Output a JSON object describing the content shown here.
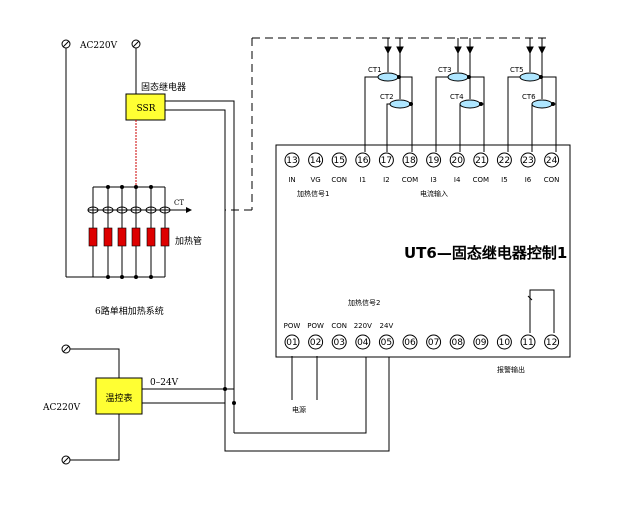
{
  "power": {
    "ac_top": "AC220V",
    "ac_bottom": "AC220V"
  },
  "ssr": {
    "label": "SSR",
    "caption": "固态继电器"
  },
  "heater": {
    "ct_label": "CT",
    "caption": "加热管",
    "system_caption": "6路单相加热系统"
  },
  "temp_ctrl": {
    "label": "温控表",
    "output_label": "0–24V"
  },
  "module": {
    "title": "UT6—固态继电器控制1",
    "top_pins": [
      {
        "num": "13",
        "label": "IN"
      },
      {
        "num": "14",
        "label": "VG"
      },
      {
        "num": "15",
        "label": "CON"
      },
      {
        "num": "16",
        "label": "I1"
      },
      {
        "num": "17",
        "label": "I2"
      },
      {
        "num": "18",
        "label": "COM"
      },
      {
        "num": "19",
        "label": "I3"
      },
      {
        "num": "20",
        "label": "I4"
      },
      {
        "num": "21",
        "label": "COM"
      },
      {
        "num": "22",
        "label": "I5"
      },
      {
        "num": "23",
        "label": "I6"
      },
      {
        "num": "24",
        "label": "CON"
      }
    ],
    "bottom_pins": [
      {
        "num": "01",
        "label": "POW"
      },
      {
        "num": "02",
        "label": "POW"
      },
      {
        "num": "03",
        "label": "CON"
      },
      {
        "num": "04",
        "label": "220V"
      },
      {
        "num": "05",
        "label": "24V"
      },
      {
        "num": "06",
        "label": ""
      },
      {
        "num": "07",
        "label": ""
      },
      {
        "num": "08",
        "label": ""
      },
      {
        "num": "09",
        "label": ""
      },
      {
        "num": "10",
        "label": ""
      },
      {
        "num": "11",
        "label": ""
      },
      {
        "num": "12",
        "label": ""
      }
    ],
    "heat_signal_1": "加热信号1",
    "current_input": "电流输入",
    "heat_signal_2": "加热信号2",
    "power_caption": "电源",
    "alarm_output": "报警输出"
  },
  "ct_labels": [
    "CT1",
    "CT2",
    "CT3",
    "CT4",
    "CT5",
    "CT6"
  ]
}
